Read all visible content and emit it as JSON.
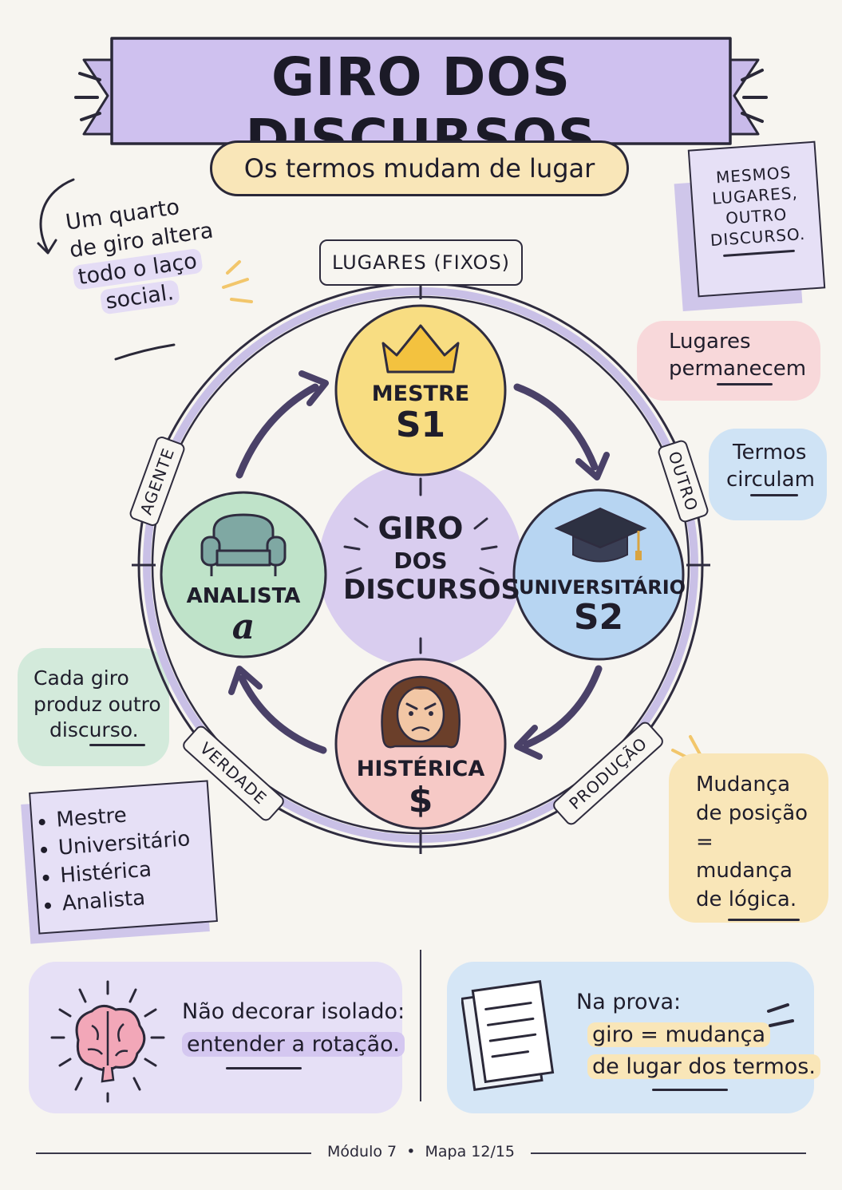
{
  "title": "GIRO DOS DISCURSOS",
  "subtitle": "Os termos mudam de lugar",
  "note_top_left": {
    "line1": "Um quarto",
    "line2": "de giro altera",
    "line3": "todo o laço",
    "line4": "social."
  },
  "note_top_right": {
    "line1": "MESMOS",
    "line2": "LUGARES,",
    "line3": "OUTRO",
    "line4": "DISCURSO."
  },
  "note_places": {
    "line1": "Lugares",
    "line2": "permanecem"
  },
  "note_terms": {
    "line1": "Termos",
    "line2": "circulam"
  },
  "note_each_turn": {
    "line1": "Cada giro",
    "line2": "produz outro",
    "line3": "discurso."
  },
  "discourse_list": [
    "Mestre",
    "Universitário",
    "Histérica",
    "Analista"
  ],
  "note_change": {
    "line1": "Mudança",
    "line2": "de posição =",
    "line3": "mudança",
    "line4": "de lógica."
  },
  "wheel": {
    "places_label": "LUGARES (FIXOS)",
    "positions": {
      "agent": "AGENTE",
      "other": "OUTRO",
      "truth": "VERDADE",
      "production": "PRODUÇÃO"
    },
    "center": {
      "line1": "GIRO",
      "line2": "DOS",
      "line3": "DISCURSOS"
    },
    "nodes": {
      "master": {
        "name": "MESTRE",
        "symbol": "S1",
        "color": "#f8dd82"
      },
      "university": {
        "name": "UNIVERSITÁRIO",
        "symbol": "S2",
        "color": "#b7d5f2"
      },
      "hysteric": {
        "name": "HISTÉRICA",
        "symbol": "$",
        "color": "#f6c9c6"
      },
      "analyst": {
        "name": "ANALISTA",
        "symbol": "a",
        "color": "#bfe3c9"
      }
    },
    "center_color": "#d9cdef"
  },
  "bottom_left": {
    "line1": "Não decorar isolado:",
    "line2": "entender a rotação."
  },
  "bottom_right": {
    "line1": "Na prova:",
    "line2": "giro = mudança",
    "line3": "de lugar dos termos."
  },
  "footer": "Módulo 7  •  Mapa 12/15"
}
